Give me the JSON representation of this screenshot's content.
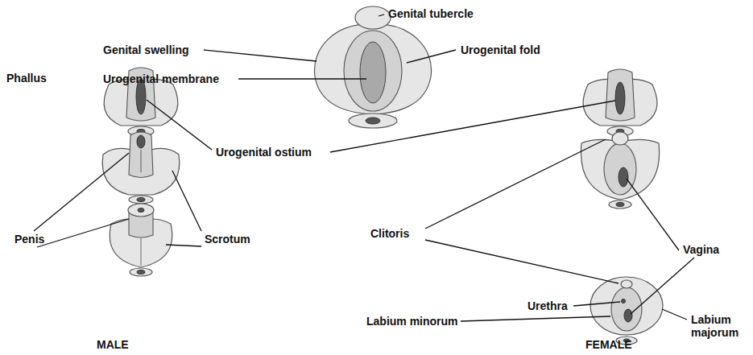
{
  "diagram": {
    "labels": [
      "Genital tubercle",
      "Genital swelling",
      "Urogenital fold",
      "Urogenital membrane",
      "Phallus",
      "Urogenital ostium",
      "Penis",
      "Scrotum",
      "Clitoris",
      "Vagina",
      "Urethra",
      "Labium minorum",
      "Labium majorum",
      "MALE",
      "FEMALE"
    ]
  }
}
